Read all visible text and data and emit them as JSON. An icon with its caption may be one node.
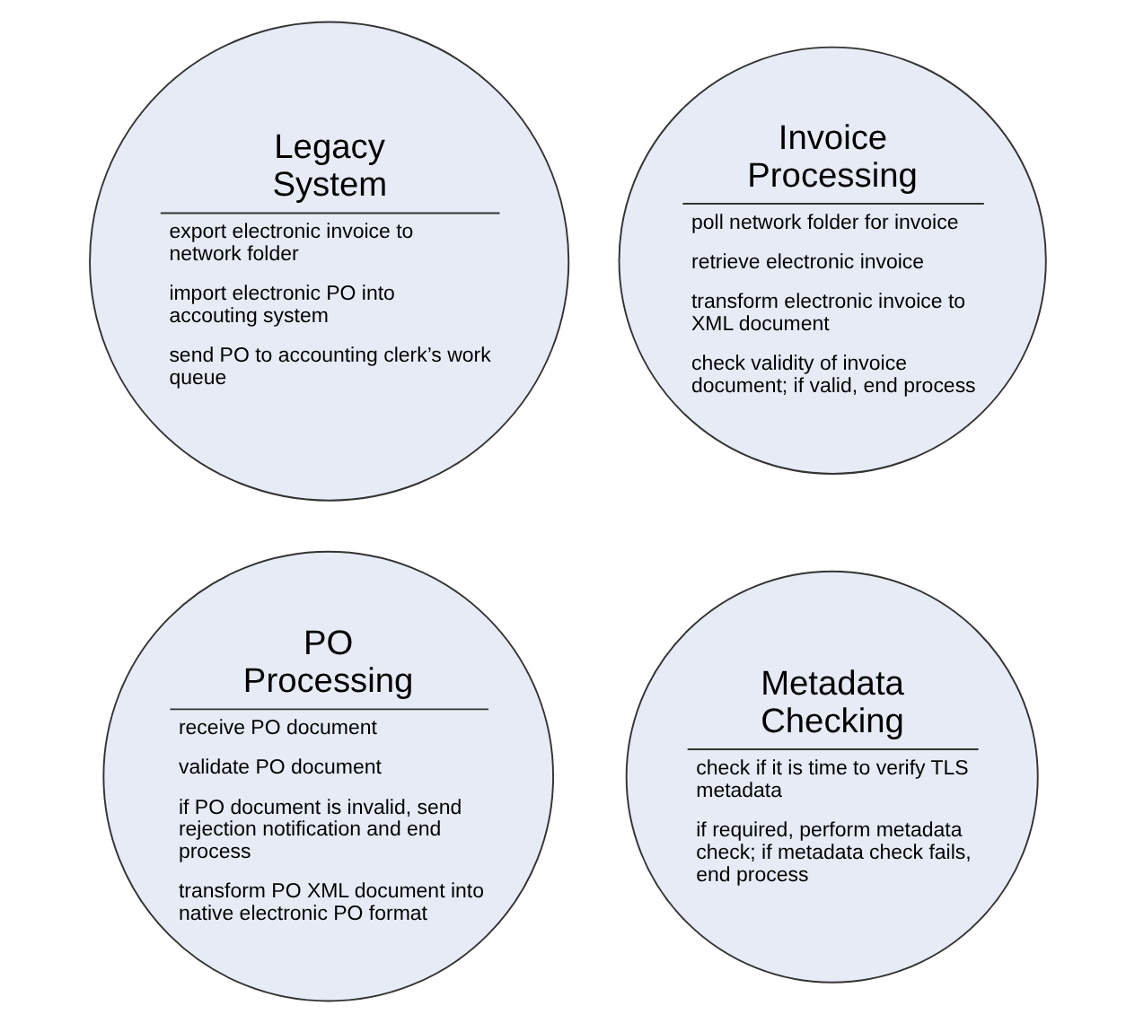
{
  "diagram": {
    "nodes": [
      {
        "text": [
          "Legacy System",
          "export electronic invoice to network folder",
          "import electronic PO into accouting system",
          "send PO to accounting clerk’s work queue"
        ]
      },
      {
        "text": [
          "Invoice Processing",
          "poll network folder for invoice",
          "retrieve electronic invoice",
          "transform electronic invoice to XML document",
          "check validity of invoice document; if valid, end process"
        ]
      },
      {
        "text": [
          "PO Processing",
          "receive PO document",
          "validate PO document",
          "if PO document is invalid, send rejection notification and end process",
          "transform PO XML document into native electronic PO format"
        ]
      },
      {
        "text": [
          "Metadata Checking",
          "check if it is time to verify TLS metadata",
          "if required, perform metadata check; if metadata check fails, end process"
        ]
      }
    ],
    "edges": []
  }
}
